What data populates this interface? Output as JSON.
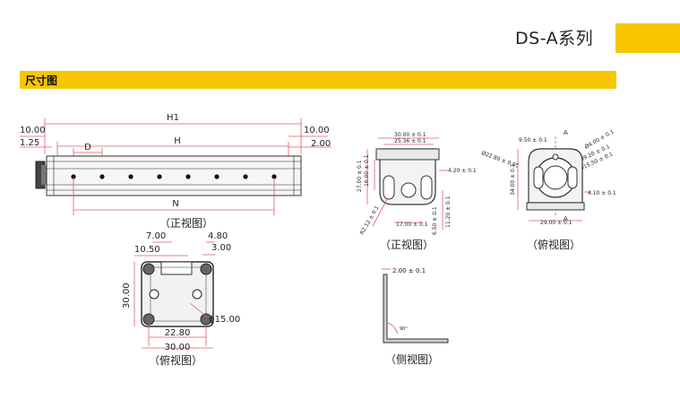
{
  "header": {
    "product_title": "DS-A系列",
    "section_label": "尺寸图"
  },
  "front_view": {
    "caption": "（正视图）",
    "dims": {
      "h1": "H1",
      "h": "H",
      "d": "D",
      "n": "N",
      "left_10": "10.00",
      "left_125": "1.25",
      "right_10": "10.00",
      "right_2": "2.00"
    }
  },
  "bracket_front": {
    "caption": "（正视图）",
    "dims": {
      "w30": "30.00 ± 0.1",
      "w2536": "25.36 ± 0.1",
      "h2700": "27.00 ± 0.1",
      "h1600": "16.00 ± 0.1",
      "r420": "4.20 ± 0.1",
      "h1120": "11.20 ± 0.1",
      "w1700": "17.00 ± 0.1",
      "r650": "6.50 ± 0.1",
      "r12": "R2.12 ± 0.1"
    }
  },
  "bracket_top": {
    "caption": "（俯视图）",
    "dims": {
      "a_top": "A",
      "a_bottom": "A",
      "w950": "9.50 ± 0.1",
      "d2280": "Ø22.80 ± 0.05",
      "d400": "Ø4.00 ± 0.1",
      "d920": "Ø9.20 ± 0.1",
      "d1550": "Ø15.50 ± 0.1",
      "h3400": "34.00 ± 0.1",
      "w2900": "29.00 ± 0.1",
      "r410": "4.10 ± 0.1"
    }
  },
  "end_view": {
    "caption": "（俯视图）",
    "dims": {
      "d700": "7.00",
      "d480": "4.80",
      "d1050": "10.50",
      "d300": "3.00",
      "h3000": "30.00",
      "phi1500": "ϕ15.00",
      "w2280": "22.80",
      "w3000": "30.00"
    }
  },
  "side_view": {
    "caption": "（侧视图）",
    "dims": {
      "t200": "2.00 ± 0.1",
      "angle": "90°"
    }
  }
}
